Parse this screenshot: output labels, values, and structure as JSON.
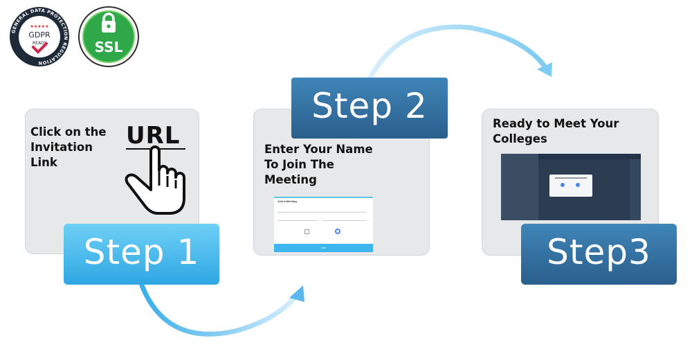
{
  "badges": {
    "gdpr": {
      "ring_text": "GENERAL DATA PROTECTION REGULATION",
      "main": "GDPR",
      "sub": "READY"
    },
    "ssl": {
      "label": "SSL"
    }
  },
  "steps": [
    {
      "text_lines": [
        "Click on the",
        "Invitation",
        "Link"
      ],
      "label": "Step 1",
      "graphic_text": "URL"
    },
    {
      "text_lines": [
        "Enter Your Name",
        "To Join The",
        "Meeting"
      ],
      "label": "Step 2",
      "form": {
        "title": "Join a Meeting",
        "button": "Join"
      }
    },
    {
      "text_lines": [
        "Ready to Meet Your",
        "Colleges"
      ],
      "label": "Step3"
    }
  ],
  "colors": {
    "light_blue": "#5ec3ef",
    "dark_blue": "#2f6a97",
    "arrow_blue": "#6ec6ef",
    "card_gray": "#e7e8ea"
  }
}
